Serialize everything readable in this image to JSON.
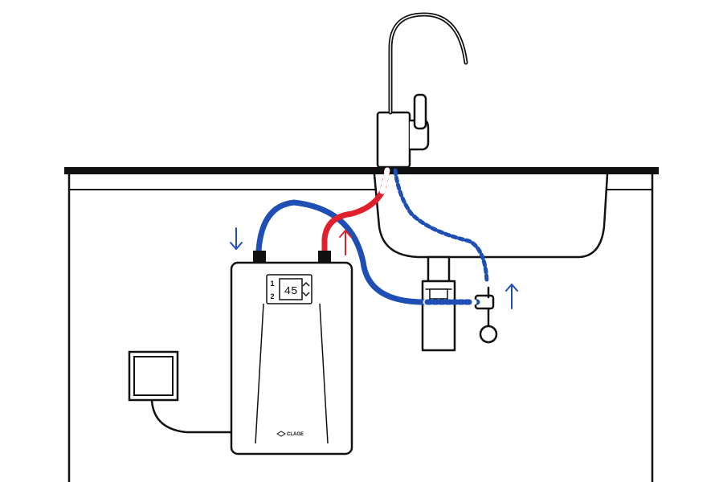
{
  "colors": {
    "outline": "#111111",
    "hot": "#e0202a",
    "cold": "#1f4fb4",
    "background": "#ffffff"
  },
  "heater": {
    "display_value": "45",
    "button_1": "1",
    "button_2": "2",
    "brand": "CLAGE",
    "model": ""
  },
  "icons": {
    "up_arrow": "arrow-up-icon",
    "down_arrow": "arrow-down-icon",
    "minus": "minus-icon",
    "plus": "plus-icon"
  }
}
